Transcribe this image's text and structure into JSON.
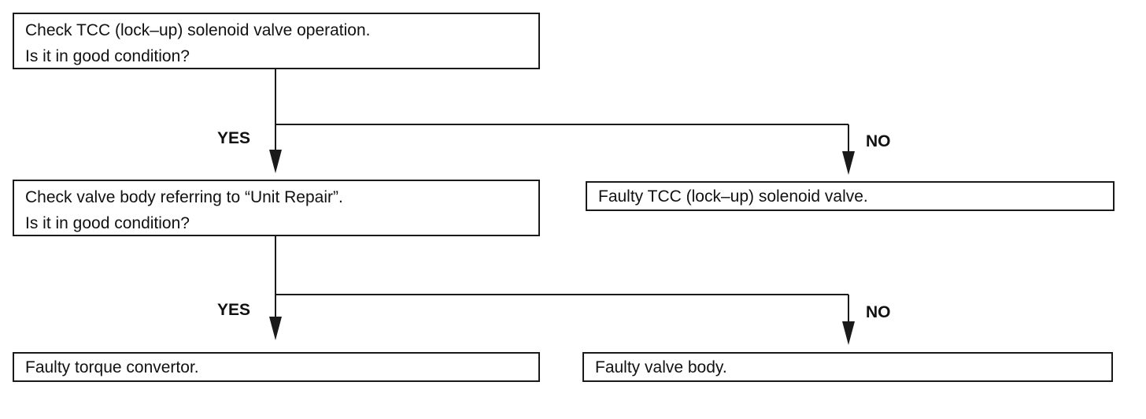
{
  "flowchart": {
    "nodes": {
      "check_tcc": {
        "line1": "Check TCC (lock–up) solenoid valve operation.",
        "line2": "Is it in good condition?"
      },
      "check_valve_body": {
        "line1": "Check valve body referring to “Unit Repair”.",
        "line2": "Is it in good condition?"
      },
      "faulty_tcc": {
        "line1": "Faulty TCC (lock–up) solenoid valve."
      },
      "faulty_torque_convertor": {
        "line1": "Faulty torque convertor."
      },
      "faulty_valve_body": {
        "line1": "Faulty valve body."
      }
    },
    "branches": {
      "first": {
        "yes": "YES",
        "no": "NO"
      },
      "second": {
        "yes": "YES",
        "no": "NO"
      }
    },
    "edges": [
      {
        "from": "check_tcc",
        "to": "check_valve_body",
        "label": "YES"
      },
      {
        "from": "check_tcc",
        "to": "faulty_tcc",
        "label": "NO"
      },
      {
        "from": "check_valve_body",
        "to": "faulty_torque_convertor",
        "label": "YES"
      },
      {
        "from": "check_valve_body",
        "to": "faulty_valve_body",
        "label": "NO"
      }
    ]
  }
}
